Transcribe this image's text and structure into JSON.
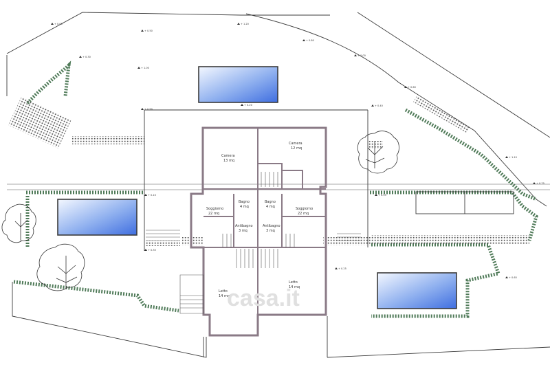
{
  "watermark": "casa.it",
  "rooms": [
    {
      "id": "room-a",
      "name": "Camera",
      "area": "13 mq"
    },
    {
      "id": "room-b",
      "name": "Camera",
      "area": "12 mq"
    },
    {
      "id": "room-c",
      "name": "Soggiorno",
      "area": "22 mq"
    },
    {
      "id": "room-d",
      "name": "Soggiorno",
      "area": "22 mq"
    },
    {
      "id": "room-e",
      "name": "Bagno",
      "area": "4 mq"
    },
    {
      "id": "room-f",
      "name": "Bagno",
      "area": "4 mq"
    },
    {
      "id": "room-g",
      "name": "Antibagno",
      "area": "3 mq"
    },
    {
      "id": "room-h",
      "name": "Antibagno",
      "area": "3 mq"
    },
    {
      "id": "room-i",
      "name": "Letto",
      "area": "14 mq"
    },
    {
      "id": "room-j",
      "name": "Letto",
      "area": "14 mq"
    }
  ],
  "levels": [
    "+ 0.00",
    "+ 0.50",
    "+ 1.20",
    "+ 0.80",
    "+ 0.30",
    "+ 0.00",
    "+ 1.00",
    "+ 0.60",
    "+ 0.20",
    "+ 0.90",
    "+ 0.40",
    "+ 1.10",
    "+ 0.70",
    "+ 0.10",
    "+ 0.55",
    "+ 0.35",
    "+ 0.25",
    "+ 0.65"
  ],
  "colors": {
    "pool_light": "#f2f7ff",
    "pool_dark": "#3f6ee0",
    "wall": "#8a7a86",
    "hedge": "#4f7a58"
  }
}
